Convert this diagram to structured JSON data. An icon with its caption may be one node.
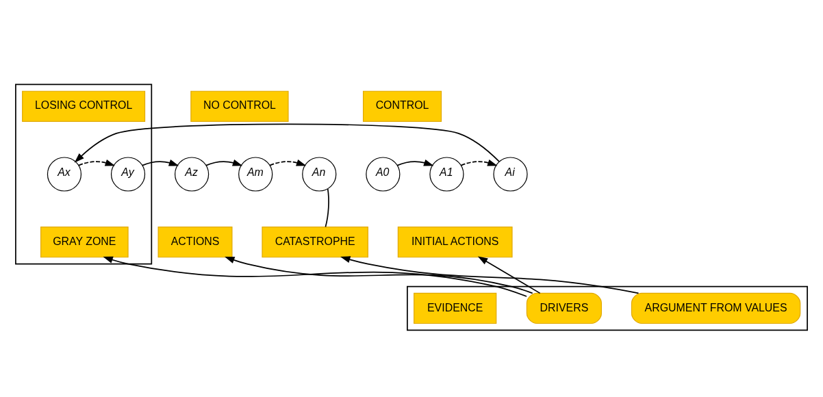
{
  "diagram": {
    "nodes": [
      {
        "text": [
          "CONTROL"
        ]
      },
      {
        "text": [],
        "shape": "box"
      },
      {
        "text": [
          "LOSING CONTROL"
        ],
        "in": 1
      },
      {
        "text": [
          "NO CONTROL"
        ]
      },
      {
        "text": [
          "A0"
        ]
      },
      {
        "text": [
          "A1"
        ]
      },
      {
        "text": [
          "Ai"
        ]
      },
      {
        "text": [
          "Ax"
        ],
        "in": 1
      },
      {
        "text": [
          "Ay"
        ],
        "in": 1
      },
      {
        "text": [
          "Az"
        ]
      },
      {
        "text": [
          "Am"
        ]
      },
      {
        "text": [
          "An"
        ]
      },
      {
        "text": [
          "INITIAL ACTIONS"
        ]
      },
      {
        "text": [
          "GRAY ZONE"
        ],
        "in": 1
      },
      {
        "text": [
          "ACTIONS"
        ]
      },
      {
        "text": [
          "CATASTROPHE"
        ]
      },
      {
        "text": [],
        "shape": "box"
      },
      {
        "text": [
          "EVIDENCE"
        ],
        "in": 16
      },
      {
        "text": [
          "DRIVERS"
        ],
        "in": 16
      },
      {
        "text": [
          "ARGUMENT FROM VALUES"
        ],
        "in": 16
      }
    ],
    "edges": [
      {
        "from": 4,
        "to": 5,
        "arrow": "to"
      },
      {
        "from": 5,
        "to": 6,
        "arrow": "to",
        "style": "dashed"
      },
      {
        "from": 6,
        "to": 7,
        "arrow": "to"
      },
      {
        "from": 7,
        "to": 8,
        "arrow": "to",
        "style": "dashed"
      },
      {
        "from": 8,
        "to": 9,
        "arrow": "to"
      },
      {
        "from": 9,
        "to": 10,
        "arrow": "to"
      },
      {
        "from": 10,
        "to": 11,
        "arrow": "to",
        "style": "dashed"
      },
      {
        "from": 11,
        "to": 15,
        "arrow": "none"
      },
      {
        "from": 18,
        "to": 12,
        "arrow": "to"
      },
      {
        "from": 18,
        "to": 13,
        "arrow": "to"
      },
      {
        "from": 18,
        "to": 14,
        "arrow": "to"
      },
      {
        "from": 19,
        "to": 15,
        "arrow": "to"
      }
    ]
  }
}
